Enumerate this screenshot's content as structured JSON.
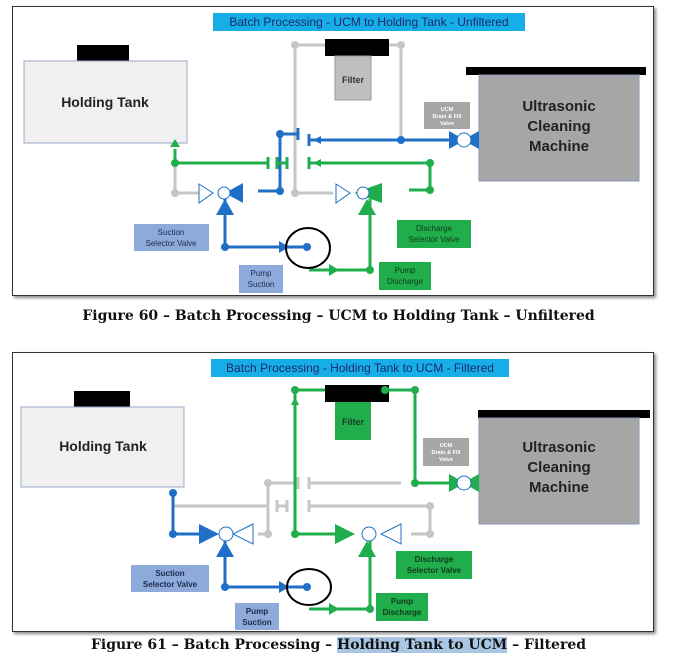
{
  "colors": {
    "blue": "#1f6fc6",
    "green": "#1fae4b",
    "gray_line": "#c6c6c6",
    "title_bg": "#17aee8",
    "tank_fill": "#f0f0f0",
    "ucm_fill": "#a6a6a6",
    "suction_label_bg": "#8eaadb",
    "green_label_bg": "#1fae4b"
  },
  "figures": [
    {
      "id": "fig60",
      "banner": "Batch Processing - UCM to Holding Tank - Unfiltered",
      "caption": "Figure 60 – Batch Processing – UCM to Holding Tank – Unfiltered",
      "caption_highlight": "",
      "holding_tank": "Holding Tank",
      "filter": "Filter",
      "filter_state": "bypassed",
      "ucm_valve": [
        "UCM",
        "Drain & Fill",
        "Valve"
      ],
      "ucm": [
        "Ultrasonic",
        "Cleaning",
        "Machine"
      ],
      "suction_valve": [
        "Suction",
        "Selector Valve"
      ],
      "pump_suction": [
        "Pump",
        "Suction"
      ],
      "discharge_valve": [
        "Discharge",
        "Selector Valve"
      ],
      "pump_discharge": [
        "Pump",
        "Discharge"
      ]
    },
    {
      "id": "fig61",
      "banner": "Batch Processing - Holding Tank to UCM - Filtered",
      "caption_prefix": "Figure 61 – Batch Processing – ",
      "caption_highlight": "Holding Tank to UCM",
      "caption_suffix": " – Filtered",
      "holding_tank": "Holding Tank",
      "filter": "Filter",
      "filter_state": "active",
      "ucm_valve": [
        "UCM",
        "Drain & Fill",
        "Valve"
      ],
      "ucm": [
        "Ultrasonic",
        "Cleaning",
        "Machine"
      ],
      "suction_valve": [
        "Suction",
        "Selector Valve"
      ],
      "pump_suction": [
        "Pump",
        "Suction"
      ],
      "discharge_valve": [
        "Discharge",
        "Selector Valve"
      ],
      "pump_discharge": [
        "Pump",
        "Discharge"
      ]
    }
  ]
}
